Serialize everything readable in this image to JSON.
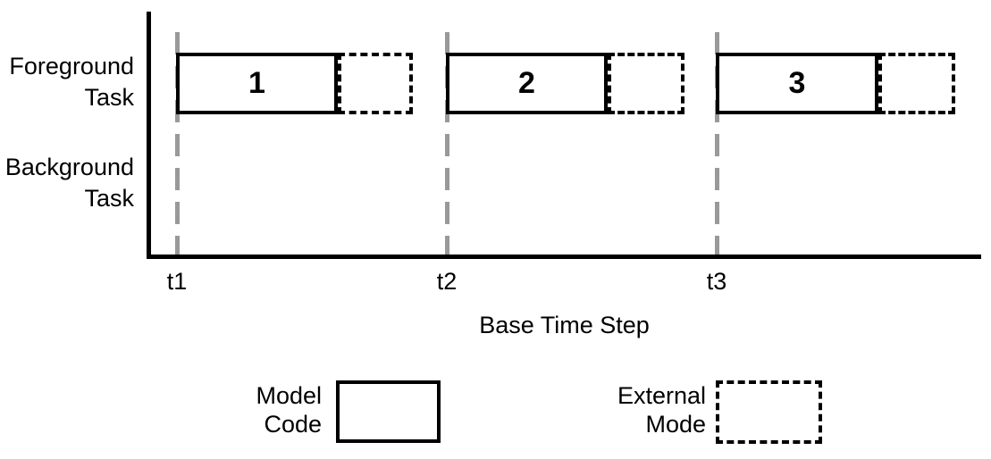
{
  "diagram": {
    "rows": [
      {
        "label": "Foreground Task"
      },
      {
        "label": "Background Task"
      }
    ],
    "ticks": [
      {
        "label": "t1"
      },
      {
        "label": "t2"
      },
      {
        "label": "t3"
      }
    ],
    "x_axis_title": "Base Time Step",
    "tasks": [
      {
        "number": "1",
        "starts_at": "t1",
        "solid_segment": "Model Code",
        "dashed_segment": "External Mode"
      },
      {
        "number": "2",
        "starts_at": "t2",
        "solid_segment": "Model Code",
        "dashed_segment": "External Mode"
      },
      {
        "number": "3",
        "starts_at": "t3",
        "solid_segment": "Model Code",
        "dashed_segment": "External Mode"
      }
    ],
    "legend": [
      {
        "label": "Model Code",
        "style": "solid"
      },
      {
        "label": "External Mode",
        "style": "dashed"
      }
    ],
    "colors": {
      "line": "#000000",
      "timestep_dash": "#999999",
      "background": "#ffffff"
    }
  }
}
